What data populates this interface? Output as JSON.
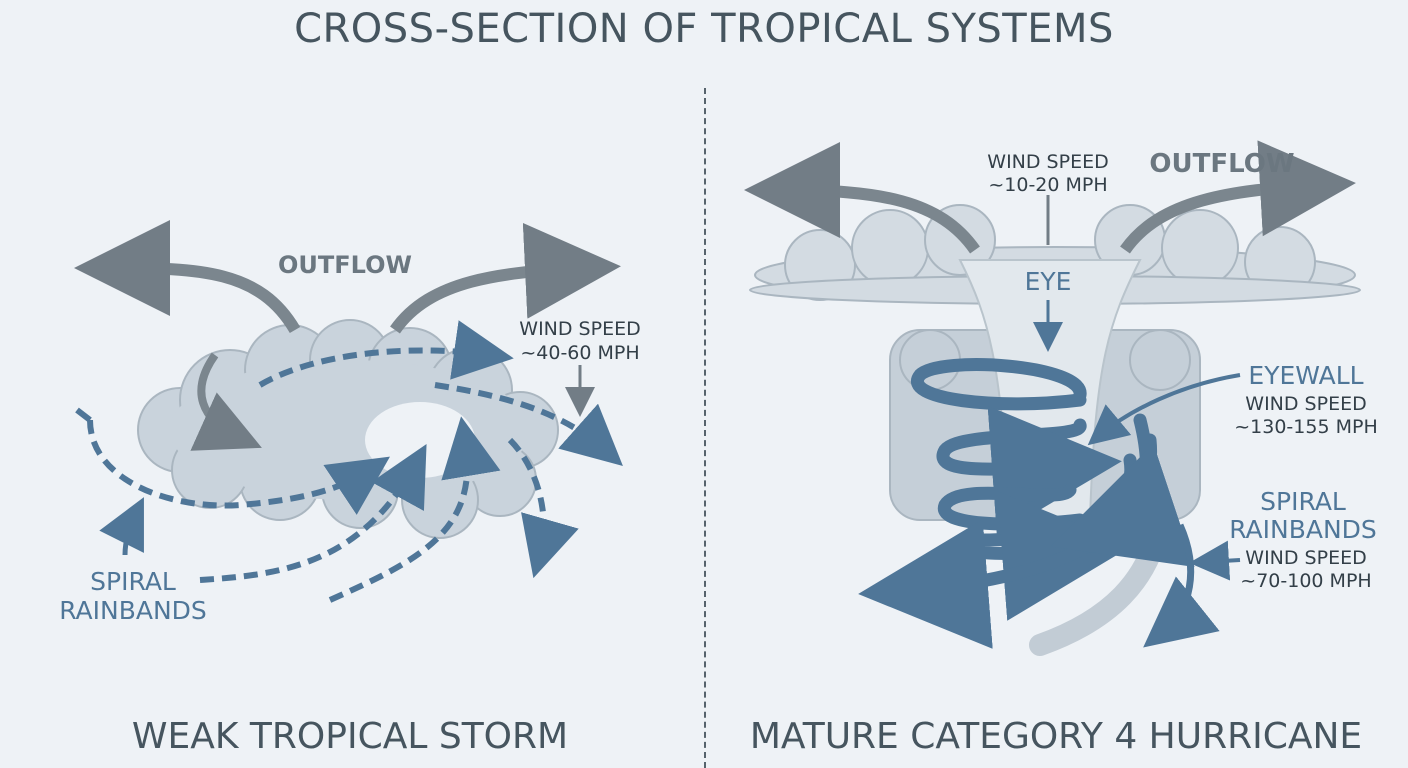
{
  "title": "CROSS-SECTION OF TROPICAL SYSTEMS",
  "left_panel": {
    "name": "WEAK TROPICAL STORM",
    "outflow": "OUTFLOW",
    "wind_label": "WIND SPEED",
    "wind_value": "~40-60 MPH",
    "rainbands_line1": "SPIRAL",
    "rainbands_line2": "RAINBANDS"
  },
  "right_panel": {
    "name": "MATURE CATEGORY 4 HURRICANE",
    "outflow": "OUTFLOW",
    "eye": "EYE",
    "eye_wind_label": "WIND SPEED",
    "eye_wind_value": "~10-20 MPH",
    "eyewall": "EYEWALL",
    "eyewall_wind_label": "WIND SPEED",
    "eyewall_wind_value": "~130-155 MPH",
    "rainbands_line1": "SPIRAL",
    "rainbands_line2": "RAINBANDS",
    "rainbands_wind_label": "WIND SPEED",
    "rainbands_wind_value": "~70-100 MPH"
  },
  "colors": {
    "background": "#eef2f6",
    "cloud": "#c9d3dc",
    "arrow_blue": "#4f7698",
    "arrow_grey": "#7b868e"
  }
}
